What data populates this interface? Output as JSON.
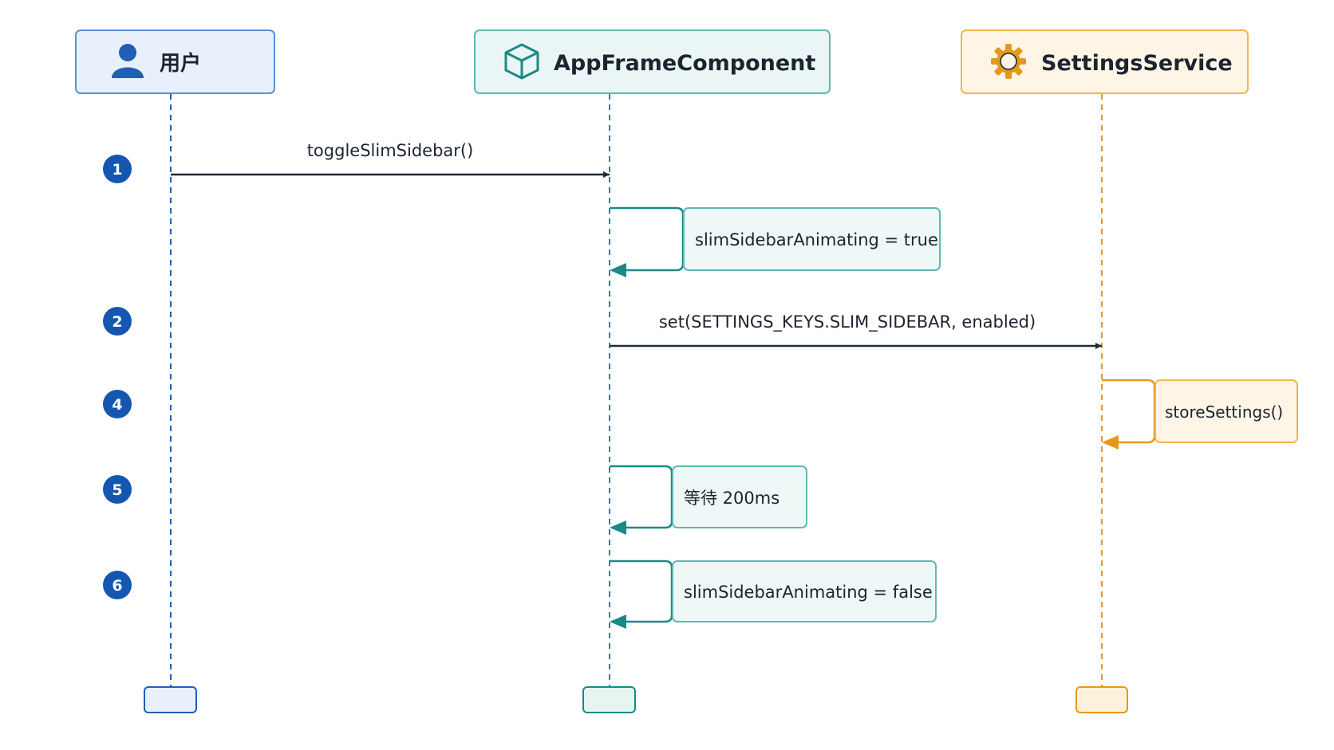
{
  "colors": {
    "user": "#1f5fb4",
    "user_fill": "#e8f0fb",
    "user_border": "#5b8fd6",
    "app": "#1a8a86",
    "app_fill": "#eaf6f5",
    "app_border": "#5fb8b3",
    "service": "#e39a1b",
    "service_fill": "#fff5e6",
    "service_border": "#f0b650",
    "arrow_dark": "#1f2a3a",
    "text": "#1c2430",
    "badge": "#1557b0"
  },
  "participants": [
    {
      "id": "user",
      "label": "用户",
      "icon": "person-icon"
    },
    {
      "id": "app",
      "label": "AppFrameComponent",
      "icon": "cube-icon"
    },
    {
      "id": "service",
      "label": "SettingsService",
      "icon": "gear-icon"
    }
  ],
  "steps": [
    {
      "number": "1",
      "kind": "message",
      "from": "user",
      "to": "app",
      "label": "toggleSlimSidebar()"
    },
    {
      "number": "",
      "kind": "self",
      "on": "app",
      "label": "slimSidebarAnimating = true"
    },
    {
      "number": "2",
      "kind": "message",
      "from": "app",
      "to": "service",
      "label": "set(SETTINGS_KEYS.SLIM_SIDEBAR, enabled)"
    },
    {
      "number": "4",
      "kind": "self",
      "on": "service",
      "label": "storeSettings()"
    },
    {
      "number": "5",
      "kind": "self",
      "on": "app",
      "label": "等待 200ms"
    },
    {
      "number": "6",
      "kind": "self",
      "on": "app",
      "label": "slimSidebarAnimating = false"
    }
  ]
}
